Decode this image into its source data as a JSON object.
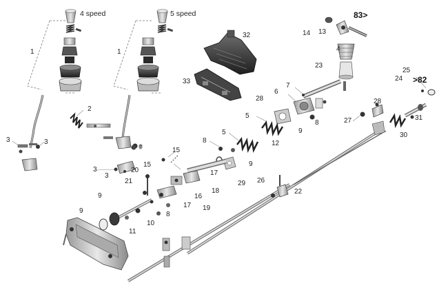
{
  "headings": {
    "four_speed": "4 speed",
    "five_speed": "5 speed"
  },
  "refs": {
    "ref_83": "83>",
    "ref_82": ">82"
  },
  "callouts": {
    "c1a": "1",
    "c1b": "1",
    "c2": "2",
    "c3a": "3",
    "c3b": "3",
    "c3c": "3",
    "c3d": "3",
    "c4": "4",
    "c5a": "5",
    "c5b": "5",
    "c6": "6",
    "c7": "7",
    "c8a": "8",
    "c8b": "8",
    "c8c": "8",
    "c9a": "9",
    "c9b": "9",
    "c9c": "9",
    "c9d": "9",
    "c10": "10",
    "c11": "11",
    "c12": "12",
    "c13": "13",
    "c14": "14",
    "c15a": "15",
    "c15b": "15",
    "c16": "16",
    "c17a": "17",
    "c17b": "17",
    "c18": "18",
    "c19": "19",
    "c20": "20",
    "c21": "21",
    "c22": "22",
    "c23": "23",
    "c24": "24",
    "c25": "25",
    "c26": "26",
    "c27": "27",
    "c28a": "28",
    "c28b": "28",
    "c29": "29",
    "c30": "30",
    "c31": "31",
    "c32": "32",
    "c33": "33"
  },
  "colors": {
    "part_fill": "#cfcfcf",
    "part_dark": "#3a3a3a",
    "part_stroke": "#555555",
    "leader": "#777777"
  }
}
